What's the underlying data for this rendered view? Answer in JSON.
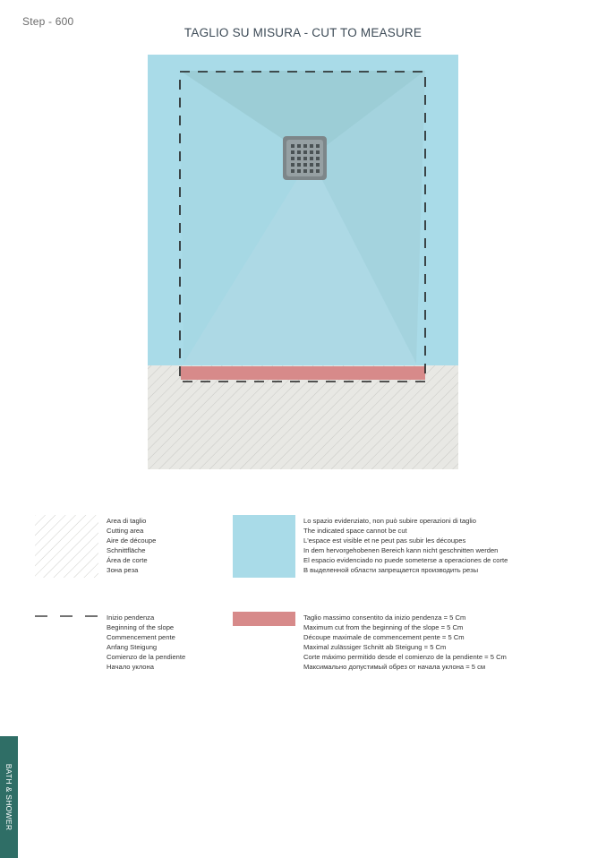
{
  "header": {
    "step": "Step - 600",
    "title": "TAGLIO SU MISURA - CUT TO MEASURE"
  },
  "colors": {
    "tray_blue": "#a9dbe8",
    "slope_top": "#9ccdd6",
    "slope_right": "#a4d3de",
    "red_strip": "#d78a8a",
    "hatch_bg": "#e8e8e4",
    "hatch_line": "#c8c8c4",
    "side_tab": "#2f6e66",
    "drain": "#7d8689"
  },
  "icons": {
    "drain": "drain-grate-icon"
  },
  "legend": {
    "cutting_area": {
      "icon": "hatched-area-swatch",
      "lines": [
        "Area di taglio",
        "Cutting area",
        "Aire de découpe",
        "Schnittfläche",
        "Área de corte",
        "Зона реза"
      ]
    },
    "no_cut_area": {
      "icon": "blue-area-swatch",
      "lines": [
        "Lo spazio evidenziato, non può subire operazioni di taglio",
        "The indicated space cannot be cut",
        "L'espace est visible et ne peut  pas subir les découpes",
        "In dem hervorgehobenen Bereich kann nicht geschnitten werden",
        "El espacio evidenciado no puede someterse a operaciones de corte",
        "В выделенной области запрещается производить резы"
      ]
    },
    "slope_start": {
      "icon": "dashed-line-swatch",
      "lines": [
        "Inizio pendenza",
        "Beginning of the slope",
        "Commencement pente",
        "Anfang Steigung",
        "Comienzo de la pendiente",
        "Начало уклона"
      ]
    },
    "max_cut": {
      "icon": "red-strip-swatch",
      "lines": [
        "Taglio massimo consentito da inizio pendenza = 5 Cm",
        "Maximum cut from the beginning of the slope = 5 Cm",
        "Découpe maximale de commencement pente = 5 Cm",
        "Maximal zulässiger Schnitt ab Steigung = 5 Cm",
        "Corte máximo permitido desde el comienzo de la pendiente = 5 Cm",
        "Максимально допустимый обрез от начала уклона = 5 см"
      ]
    }
  },
  "side_tab": {
    "label": "BATH & SHOWER"
  }
}
